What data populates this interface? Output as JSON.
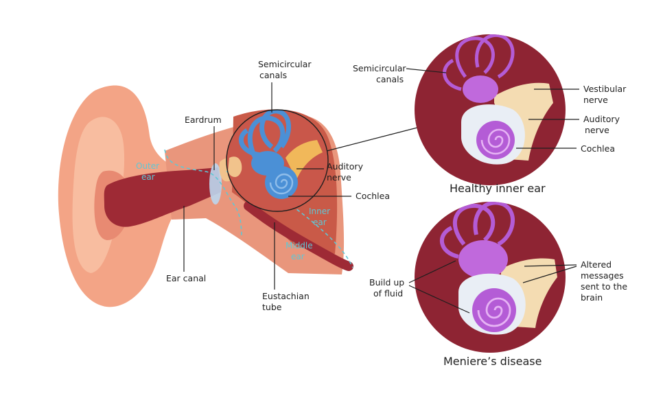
{
  "main_ear": {
    "labels": {
      "semicircular_canals": [
        "Semicircular",
        "canals"
      ],
      "eardrum": "Eardrum",
      "auditory_nerve": [
        "Auditory",
        "nerve"
      ],
      "cochlea": "Cochlea",
      "ear_canal": "Ear canal",
      "eustachian_tube": [
        "Eustachian",
        "tube"
      ]
    },
    "zones": {
      "outer_ear": [
        "Outer",
        "ear"
      ],
      "inner_ear": [
        "Inner",
        "ear"
      ],
      "middle_ear": [
        "Middle",
        "ear"
      ]
    }
  },
  "healthy_panel": {
    "title": "Healthy inner ear",
    "labels": {
      "semicircular_canals": [
        "Semicircular",
        "canals"
      ],
      "vestibular_nerve": [
        "Vestibular",
        "nerve"
      ],
      "auditory_nerve": [
        "Auditory",
        "nerve"
      ],
      "cochlea": "Cochlea"
    }
  },
  "disease_panel": {
    "title": "Meniere’s disease",
    "labels": {
      "build_up_of_fluid": [
        "Build up",
        "of fluid"
      ],
      "altered_messages": [
        "Altered",
        "messages",
        "sent to the",
        "brain"
      ]
    }
  },
  "colors": {
    "skin": "#f3a486",
    "skin_light": "#f8bda0",
    "canal": "#9e2a35",
    "inner_bg": "#b8483c",
    "panel_bg": "#8e2433",
    "organ_purple": "#b45cd6",
    "organ_purple_light": "#d995ec",
    "organ_blue": "#4b90d6",
    "nerve": "#f4dcb2",
    "zone_dash": "#5ec8d6"
  }
}
